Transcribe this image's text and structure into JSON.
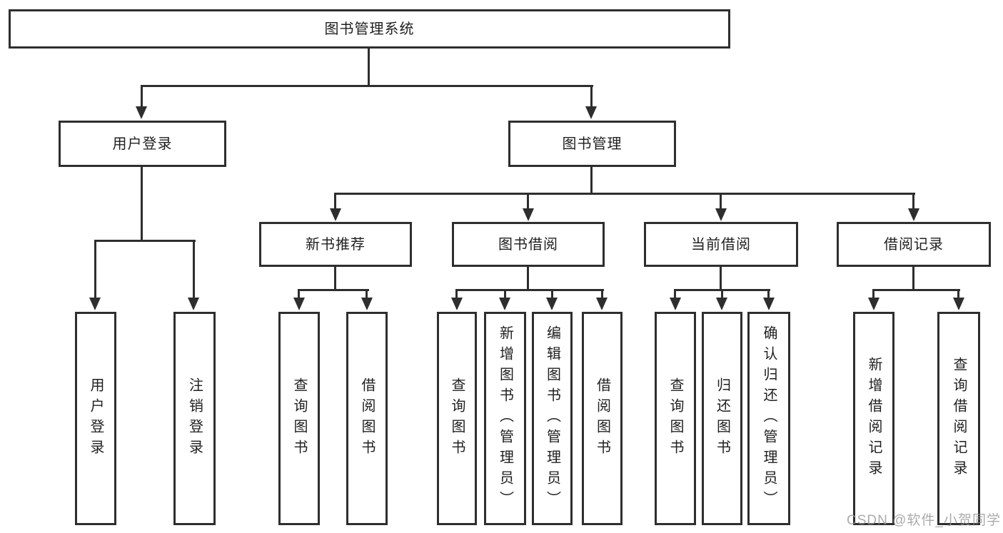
{
  "tree": {
    "root": {
      "label": "图书管理系统",
      "children": [
        {
          "label": "用户登录",
          "children": [
            {
              "label": "用户登录"
            },
            {
              "label": "注销登录"
            }
          ]
        },
        {
          "label": "图书管理",
          "children": [
            {
              "label": "新书推荐",
              "children": [
                {
                  "label": "查询图书"
                },
                {
                  "label": "借阅图书"
                }
              ]
            },
            {
              "label": "图书借阅",
              "children": [
                {
                  "label": "查询图书"
                },
                {
                  "label": "新增图书（管理员）"
                },
                {
                  "label": "编辑图书（管理员）"
                },
                {
                  "label": "借阅图书"
                }
              ]
            },
            {
              "label": "当前借阅",
              "children": [
                {
                  "label": "查询图书"
                },
                {
                  "label": "归还图书"
                },
                {
                  "label": "确认归还（管理员）"
                }
              ]
            },
            {
              "label": "借阅记录",
              "children": [
                {
                  "label": "新增借阅记录"
                },
                {
                  "label": "查询借阅记录"
                }
              ]
            }
          ]
        }
      ]
    }
  },
  "watermark": {
    "text": "CSDN @软件_小贺同学"
  },
  "colors": {
    "line": "#2e2e2e",
    "text": "#1f1f1f",
    "background": "#ffffff",
    "watermark": "#949494"
  }
}
